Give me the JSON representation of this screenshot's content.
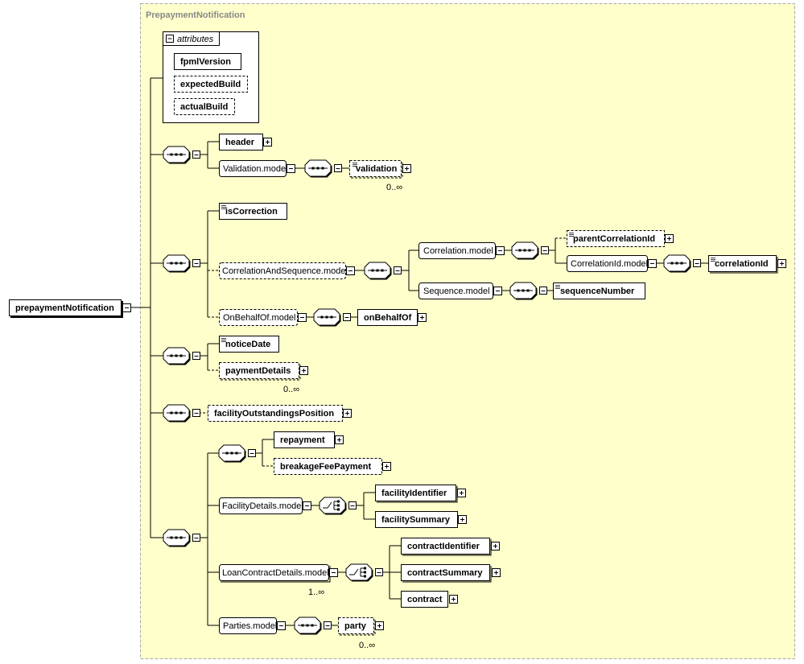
{
  "colors": {
    "group_background": "#ffffcc",
    "group_border": "#aaaaaa",
    "connector": "#000000",
    "group_label": "#888888"
  },
  "group": {
    "title": "PrepaymentNotification"
  },
  "attributes": {
    "label": "attributes",
    "items": [
      "fpmlVersion",
      "expectedBuild",
      "actualBuild"
    ]
  },
  "root": {
    "name": "prepaymentNotification"
  },
  "elements": {
    "header": "header",
    "validation_model": "Validation.model",
    "validation": "validation",
    "validation_occ": "0..∞",
    "is_correction": "isCorrection",
    "correlation_and_sequence_model": "CorrelationAndSequence.model",
    "correlation_model": "Correlation.model",
    "parent_correlation_id": "parentCorrelationId",
    "correlation_id_model": "CorrelationId.model",
    "correlation_id": "correlationId",
    "sequence_model": "Sequence.model",
    "sequence_number": "sequenceNumber",
    "on_behalf_of_model": "OnBehalfOf.model",
    "on_behalf_of": "onBehalfOf",
    "notice_date": "noticeDate",
    "payment_details": "paymentDetails",
    "payment_details_occ": "0..∞",
    "facility_outstandings_position": "facilityOutstandingsPosition",
    "repayment": "repayment",
    "breakage_fee_payment": "breakageFeePayment",
    "facility_details_model": "FacilityDetails.model",
    "facility_identifier": "facilityIdentifier",
    "facility_summary": "facilitySummary",
    "loan_contract_details_model": "LoanContractDetails.model",
    "loan_contract_details_occ": "1..∞",
    "contract_identifier": "contractIdentifier",
    "contract_summary": "contractSummary",
    "contract": "contract",
    "parties_model": "Parties.model",
    "party": "party",
    "party_occ": "0..∞"
  }
}
